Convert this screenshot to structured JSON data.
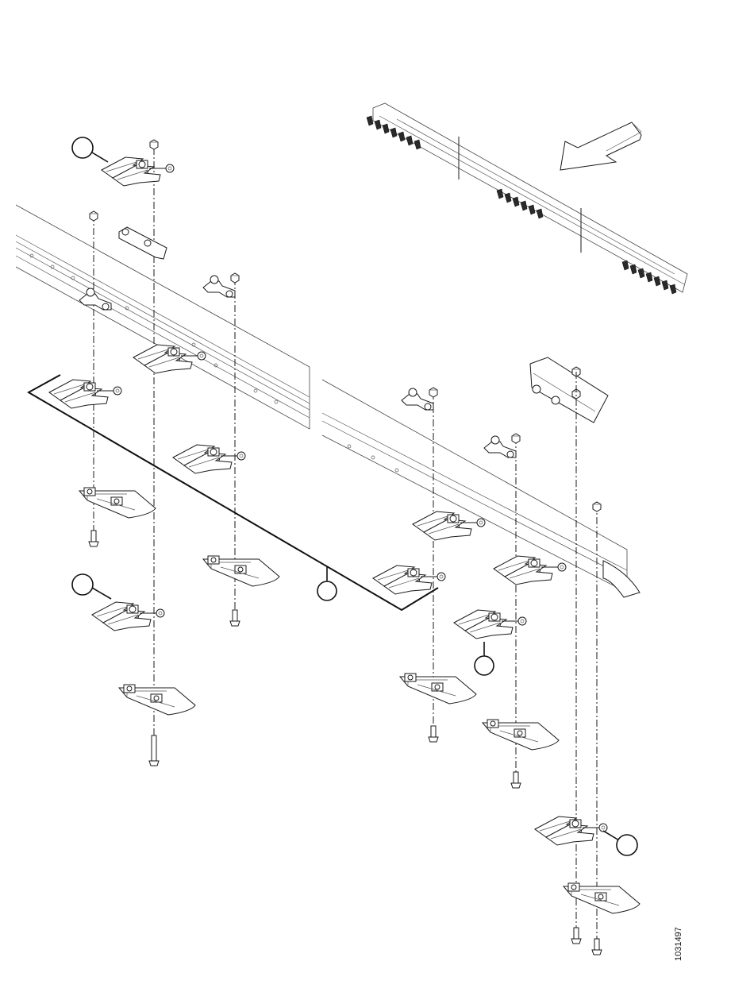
{
  "figure": {
    "id_label": "1031497"
  },
  "callouts": [
    {
      "name": "callout-top-left"
    },
    {
      "name": "callout-left-mid"
    },
    {
      "name": "callout-center"
    },
    {
      "name": "callout-right-mid"
    },
    {
      "name": "callout-bottom-right"
    }
  ],
  "icons": {
    "direction_arrow": "hollow-arrow-icon",
    "cutterbar_overview": "cutterbar-overview-icon"
  },
  "colors": {
    "line": "#1a1a1a",
    "background": "#ffffff"
  }
}
